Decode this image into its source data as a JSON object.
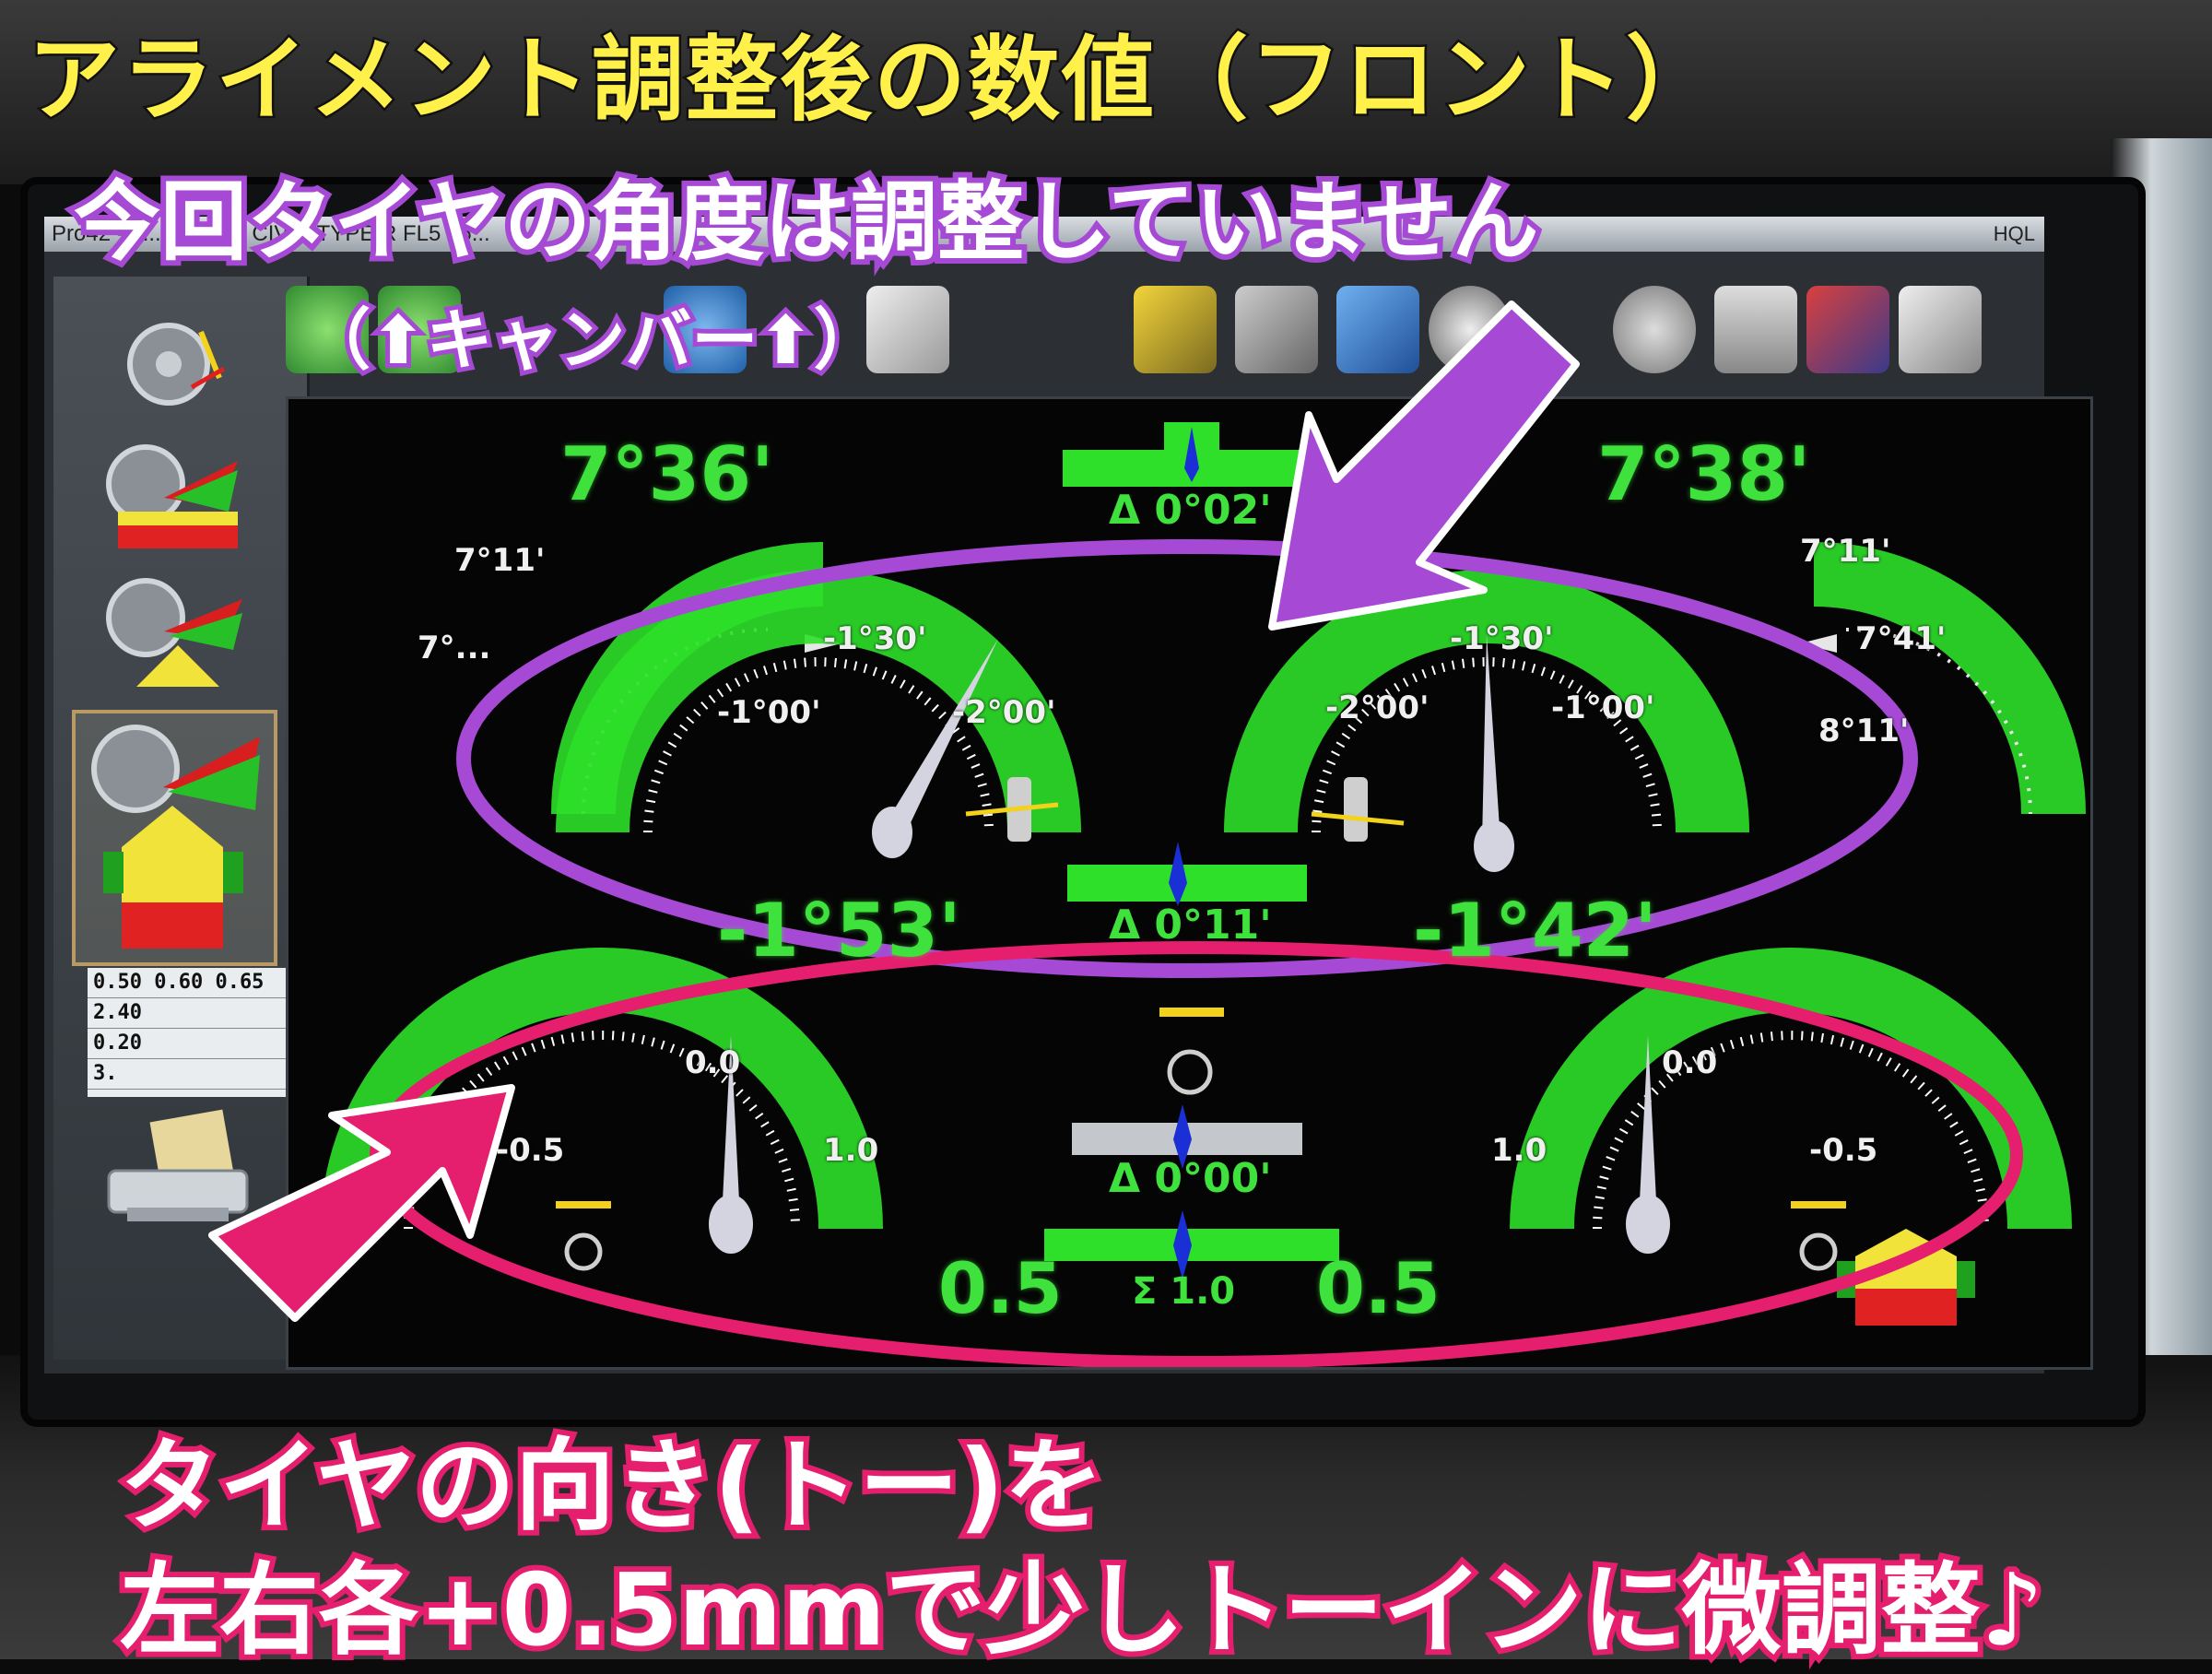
{
  "captions": {
    "title": "アライメント調整後の数値（フロント）",
    "subtitle": "今回タイヤの角度は調整していません",
    "camber_note": "（⬆キャンバー⬆）",
    "toe_line1": "タイヤの向き(トー)を",
    "toe_line2": "左右各+0.5mmで少しトーインに微調整♪"
  },
  "window": {
    "title": "Pro42 - 5... HONDA CIVIC TYPE R FL5 26...",
    "brand": "HQL"
  },
  "caster": {
    "left_value": "7°36'",
    "right_value": "7°38'",
    "delta": "Δ 0°02'",
    "left_ticks": [
      "7°11'",
      "7°..."
    ],
    "right_ticks": [
      "7°11'",
      "7°41'",
      "8°11'"
    ]
  },
  "camber": {
    "left_value": "-1°53'",
    "right_value": "-1°42'",
    "delta": "Δ 0°11'",
    "left_ticks": [
      "-1°30'",
      "-1°00'",
      "-2°00'"
    ],
    "right_ticks": [
      "-1°30'",
      "-2°00'",
      "-1°00'"
    ]
  },
  "toe": {
    "left_value": "0.5",
    "right_value": "0.5",
    "delta": "Δ 0°00'",
    "total": "Σ 1.0",
    "left_ticks": [
      "0.0",
      "-0.5",
      "1.0"
    ],
    "right_ticks": [
      "0.0",
      "1.0",
      "-0.5"
    ]
  },
  "mini_table": [
    "0.50 0.60 0.65",
    "2.40",
    "0.20",
    "3."
  ],
  "colors": {
    "gauge_green": "#2ee02a",
    "caption_yellow": "#fff14a",
    "caption_purple": "#a64ad6",
    "caption_pink": "#e61e6e"
  },
  "icons": [
    "wheel-caster-icon",
    "wheel-camber-icon",
    "wheel-toe-icon",
    "car-icon",
    "printer-icon",
    "home-icon",
    "help-icon",
    "vehicle-spec-icon",
    "measure-icon",
    "tools-icon",
    "info-icon",
    "zoom-icon",
    "wheel-settings-icon",
    "lock-icon",
    "car-photo-icon",
    "user-icon",
    "exit-icon"
  ]
}
